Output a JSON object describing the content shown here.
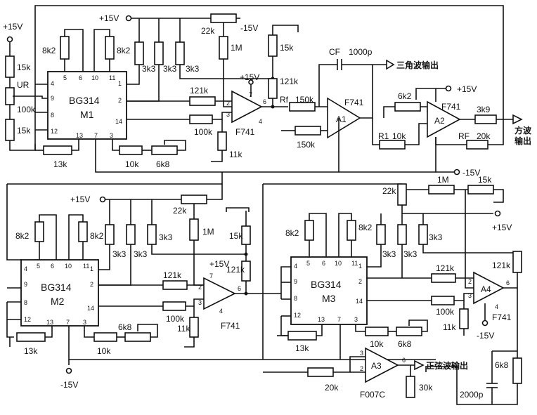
{
  "labels": {
    "vpos": "+15V",
    "vneg": "-15V",
    "tri_out": "三角波输出",
    "sq_out_1": "方波",
    "sq_out_2": "输出",
    "sine_out": "正弦波输出",
    "ur": "UR",
    "cf": "CF",
    "rf": "Rf",
    "r1": "R1",
    "rF": "RF"
  },
  "chips": {
    "m1_name": "BG314",
    "m1_id": "M1",
    "m2_name": "BG314",
    "m2_id": "M2",
    "m3_name": "BG314",
    "m3_id": "M3"
  },
  "opamps": {
    "f741": "F741",
    "a1": "A1",
    "a2": "A2",
    "a3": "A3",
    "a4": "A4",
    "f007c": "F007C"
  },
  "values": {
    "r8k2": "8k2",
    "r3k3": "3k3",
    "r15k": "15k",
    "r100k": "100k",
    "r13k": "13k",
    "r10k": "10k",
    "r6k8": "6k8",
    "r11k": "11k",
    "r121k": "121k",
    "r22k": "22k",
    "r1m": "1M",
    "r150k": "150k",
    "r20k": "20k",
    "r30k": "30k",
    "r3k9": "3k9",
    "r6k2": "6k2",
    "c1000p": "1000p",
    "c2000p": "2000p",
    "r1_10k": "10k"
  }
}
